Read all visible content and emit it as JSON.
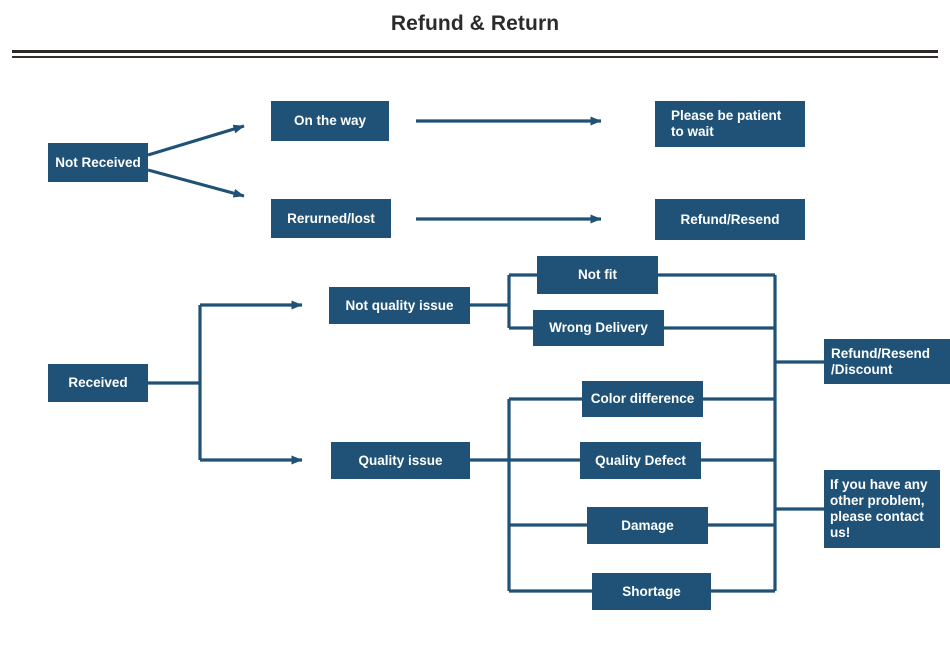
{
  "page": {
    "title": "Refund & Return",
    "accent_color": "#1f5276",
    "rule_color": "#2e2a28",
    "title_color": "#2b2b2b",
    "node_text_color": "#ffffff",
    "background": "#ffffff"
  },
  "nodes": {
    "not_received": {
      "label": "Not Received"
    },
    "on_the_way": {
      "label": "On the way"
    },
    "returned_lost": {
      "label": "Rerurned/lost"
    },
    "be_patient": {
      "label": "Please be patient\nto wait"
    },
    "refund_resend": {
      "label": "Refund/Resend"
    },
    "received": {
      "label": "Received"
    },
    "not_quality": {
      "label": "Not quality issue"
    },
    "quality_issue": {
      "label": "Quality issue"
    },
    "not_fit": {
      "label": "Not fit"
    },
    "wrong_delivery": {
      "label": "Wrong Delivery"
    },
    "color_diff": {
      "label": "Color difference"
    },
    "quality_defect": {
      "label": "Quality Defect"
    },
    "damage": {
      "label": "Damage"
    },
    "shortage": {
      "label": "Shortage"
    },
    "refund_discount": {
      "label": "Refund/Resend\n/Discount"
    },
    "contact_us": {
      "label": "If you have any\n other problem,\nplease contact\nus!"
    }
  },
  "chart_data": {
    "type": "diagram",
    "title": "Refund & Return",
    "diagram_kind": "flowchart",
    "orientation": "left-to-right",
    "levels": [
      {
        "level": 1,
        "nodes": [
          "Not Received",
          "Received"
        ]
      },
      {
        "level": 2,
        "nodes": [
          "On the way",
          "Rerurned/lost",
          "Not quality issue",
          "Quality issue"
        ]
      },
      {
        "level": 3,
        "nodes": [
          "Not fit",
          "Wrong Delivery",
          "Color difference",
          "Quality Defect",
          "Damage",
          "Shortage"
        ]
      },
      {
        "level": 4,
        "nodes": [
          "Please be patient to wait",
          "Refund/Resend",
          "Refund/Resend /Discount",
          "If you have any other problem, please contact us!"
        ]
      }
    ],
    "edges": [
      {
        "from": "Not Received",
        "to": "On the way",
        "style": "arrow-diagonal"
      },
      {
        "from": "Not Received",
        "to": "Rerurned/lost",
        "style": "arrow-diagonal"
      },
      {
        "from": "On the way",
        "to": "Please be patient to wait",
        "style": "arrow-straight"
      },
      {
        "from": "Rerurned/lost",
        "to": "Refund/Resend",
        "style": "arrow-straight"
      },
      {
        "from": "Received",
        "to": "Not quality issue",
        "style": "arrow-orthogonal"
      },
      {
        "from": "Received",
        "to": "Quality issue",
        "style": "arrow-orthogonal"
      },
      {
        "from": "Not quality issue",
        "to": "Not fit",
        "style": "brace"
      },
      {
        "from": "Not quality issue",
        "to": "Wrong Delivery",
        "style": "brace"
      },
      {
        "from": "Quality issue",
        "to": "Color difference",
        "style": "brace"
      },
      {
        "from": "Quality issue",
        "to": "Quality Defect",
        "style": "brace"
      },
      {
        "from": "Quality issue",
        "to": "Damage",
        "style": "brace"
      },
      {
        "from": "Quality issue",
        "to": "Shortage",
        "style": "brace"
      },
      {
        "from": "Not fit",
        "to": "Refund/Resend /Discount",
        "style": "bus"
      },
      {
        "from": "Wrong Delivery",
        "to": "Refund/Resend /Discount",
        "style": "bus"
      },
      {
        "from": "Color difference",
        "to": "If you have any other problem, please contact us!",
        "style": "bus"
      },
      {
        "from": "Quality Defect",
        "to": "If you have any other problem, please contact us!",
        "style": "bus"
      },
      {
        "from": "Damage",
        "to": "If you have any other problem, please contact us!",
        "style": "bus"
      },
      {
        "from": "Shortage",
        "to": "If you have any other problem, please contact us!",
        "style": "bus"
      }
    ]
  }
}
